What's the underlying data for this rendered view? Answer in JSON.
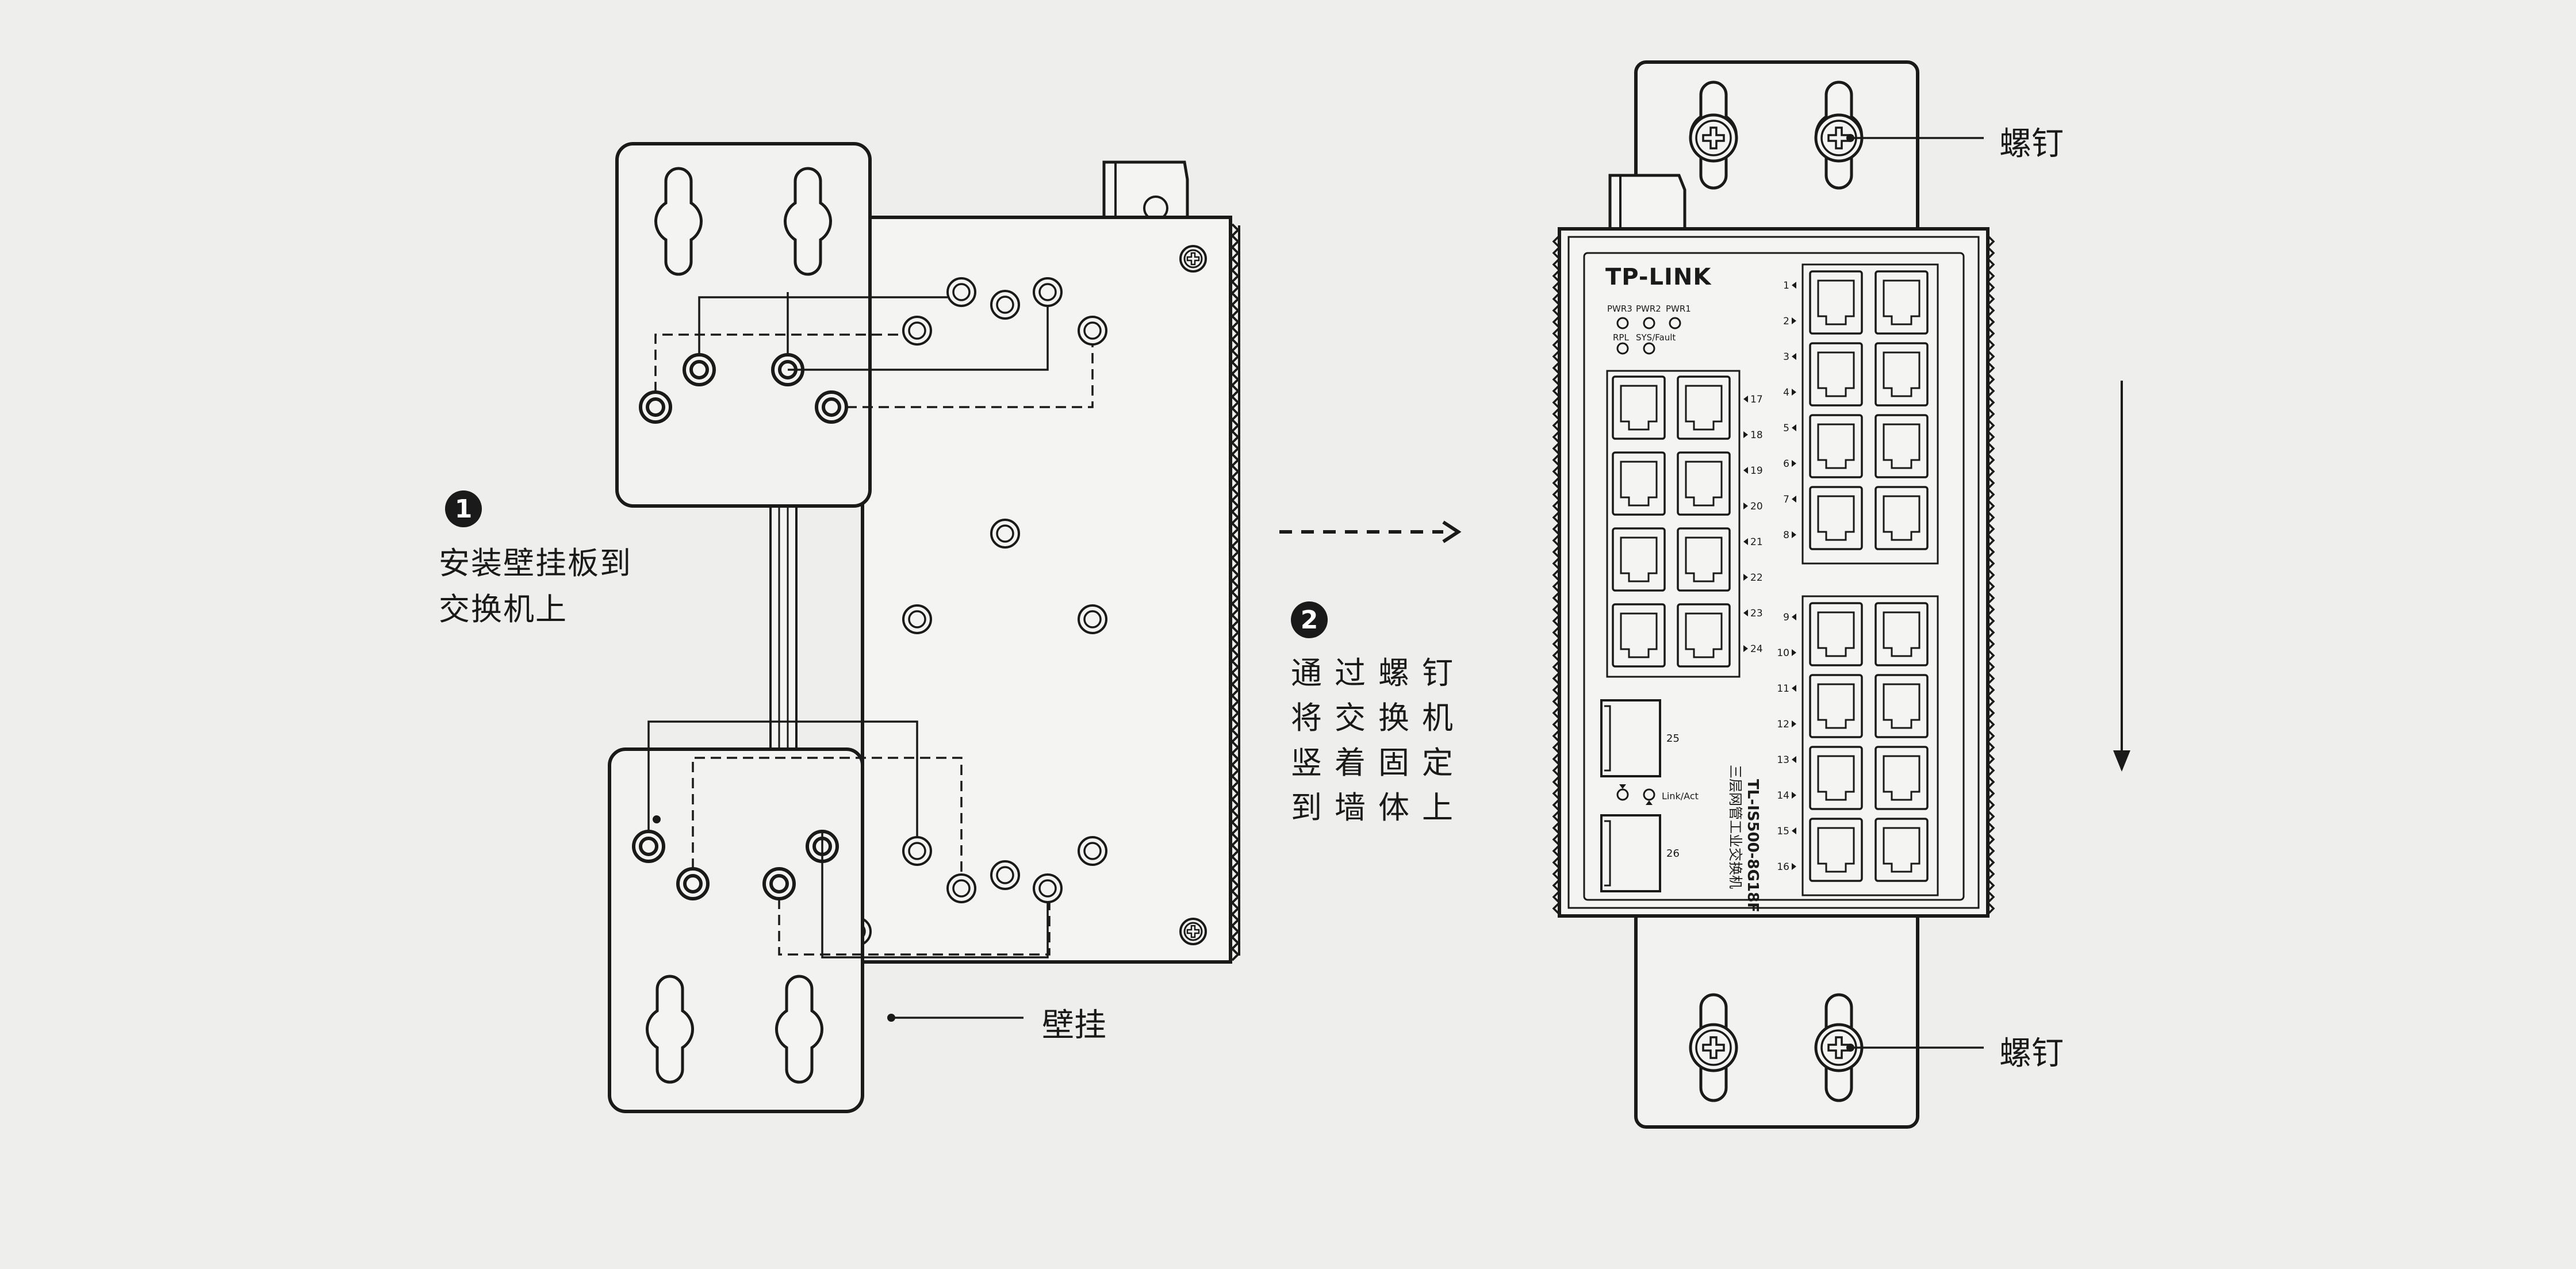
{
  "step1": {
    "number": "1",
    "line1": "安装壁挂板到",
    "line2": "交换机上"
  },
  "step2": {
    "number": "2",
    "lines": [
      "通过螺钉",
      "将交换机",
      "竖着固定",
      "到墙体上"
    ]
  },
  "callouts": {
    "wall_mount": "壁挂",
    "screw_top": "螺钉",
    "screw_bottom": "螺钉"
  },
  "switch": {
    "brand": "TP-LINK",
    "model": "TL-IS500-8G18F",
    "description": "三层网管工业交换机",
    "leds_row1": [
      "PWR3",
      "PWR2",
      "PWR1"
    ],
    "leds_row2": [
      "RPL",
      "SYS/Fault"
    ],
    "link_act": "Link/Act",
    "ports_right_top": [
      "1",
      "2",
      "3",
      "4",
      "5",
      "6",
      "7",
      "8"
    ],
    "ports_right_bottom": [
      "9",
      "10",
      "11",
      "12",
      "13",
      "14",
      "15",
      "16"
    ],
    "ports_left": [
      "17",
      "18",
      "19",
      "20",
      "21",
      "22",
      "23",
      "24"
    ],
    "sfp_ports": [
      "25",
      "26"
    ]
  },
  "colors": {
    "background": "#eeeeec",
    "line": "#1a1a1a",
    "plate": "#f2f2f0"
  }
}
